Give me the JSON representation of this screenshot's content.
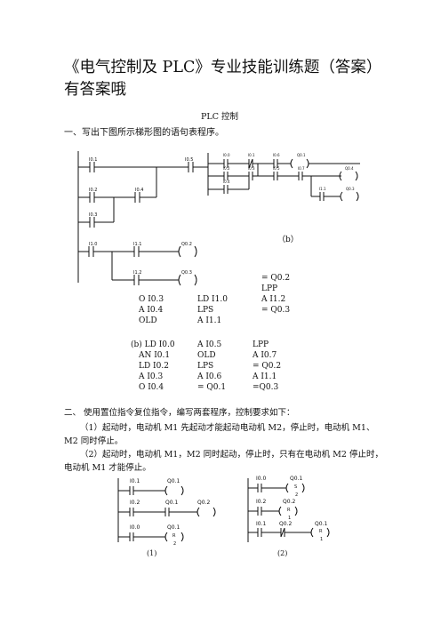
{
  "doc": {
    "title": "《电气控制及 PLC》专业技能训练题（答案）有答案哦",
    "subtitle": "PLC 控制",
    "section1": "一、写出下图所示梯形图的语句表程序。",
    "label_b": "（b）",
    "diagA": {
      "contacts": [
        "I0.1",
        "I0.2",
        "I0.4",
        "I0.3",
        "I0.5",
        "I1.0",
        "I1.1",
        "I1.2"
      ],
      "coils": [
        "Q0.2",
        "Q0.3"
      ]
    },
    "diagB": {
      "contacts": [
        "I0.0",
        "I0.1",
        "I0.6",
        "I0.2",
        "I0.3",
        "I0.5",
        "I0.7",
        "I0.4",
        "I1.1"
      ],
      "coils": [
        "Q0.1",
        "Q0.4",
        "Q0.3"
      ]
    },
    "stlA": {
      "col1": [
        "O    I0.3",
        "A    I0.4",
        "OLD"
      ],
      "col2": [
        "LD I1.0",
        "LPS",
        "A I1.1"
      ],
      "col3": [
        "= Q0.2",
        "LPP",
        "A I1.2",
        "= Q0.3"
      ]
    },
    "stlB": {
      "col1": [
        "(b) LD I0.0",
        "AN I0.1",
        "LD I0.2",
        "A    I0.3",
        "O    I0.4"
      ],
      "col2": [
        "A I0.5",
        "OLD",
        "LPS",
        "A I0.6",
        "= Q0.1"
      ],
      "col3": [
        "LPP",
        "A I0.7",
        "= Q0.2",
        "A I1.1",
        "=Q0.3"
      ]
    },
    "section2": "二、    使用置位指令复位指令，编写两套程序，控制要求如下：",
    "req1": "（1）起动时，电动机 M1 先起动才能起动电动机 M2，停止时，电动机 M1、M2 同时停止。",
    "req2": "（2）起动时，电动机 M1，M2 同时起动，停止时，只有在电动机 M2 停止时，电动机 M1 才能停止。",
    "diag1": {
      "labels": [
        "I0.1",
        "Q0.1",
        "I0.2",
        "Q0.1",
        "Q0.2",
        "I0.0",
        "Q0.1",
        "R",
        "2"
      ],
      "caption": "(1)"
    },
    "diag2": {
      "labels": [
        "I0.0",
        "Q0.1",
        "S",
        "2",
        "I0.2",
        "Q0.2",
        "R",
        "1",
        "I0.1",
        "Q0.2",
        "Q0.1",
        "R",
        "1"
      ],
      "caption": "(2)"
    }
  }
}
